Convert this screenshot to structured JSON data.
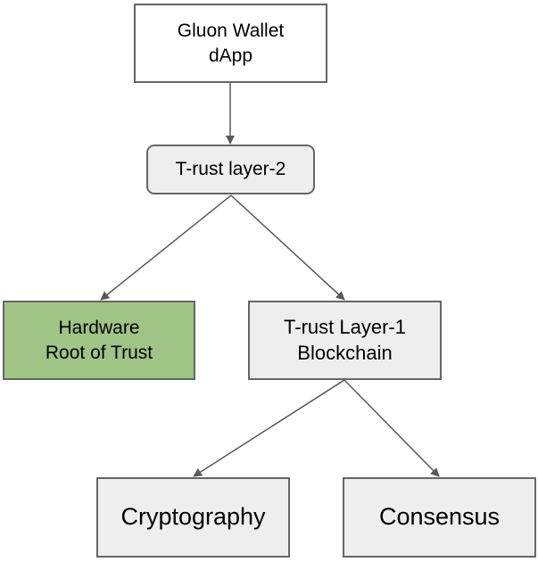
{
  "diagram": {
    "type": "hierarchy",
    "colors": {
      "border": "#666666",
      "arrow": "#595959",
      "default_fill": "#eeeeee",
      "highlight_fill": "#9fc486"
    },
    "nodes": [
      {
        "id": "dapp",
        "label": "Gluon Wallet\ndApp"
      },
      {
        "id": "l2",
        "label": "T-rust layer-2"
      },
      {
        "id": "hw",
        "label": "Hardware\nRoot of Trust"
      },
      {
        "id": "l1",
        "label": "T-rust Layer-1\nBlockchain"
      },
      {
        "id": "crypto",
        "label": "Cryptography"
      },
      {
        "id": "cons",
        "label": "Consensus"
      }
    ],
    "edges": [
      {
        "from": "dapp",
        "to": "l2"
      },
      {
        "from": "l2",
        "to": "hw"
      },
      {
        "from": "l2",
        "to": "l1"
      },
      {
        "from": "l1",
        "to": "crypto"
      },
      {
        "from": "l1",
        "to": "cons"
      }
    ]
  }
}
